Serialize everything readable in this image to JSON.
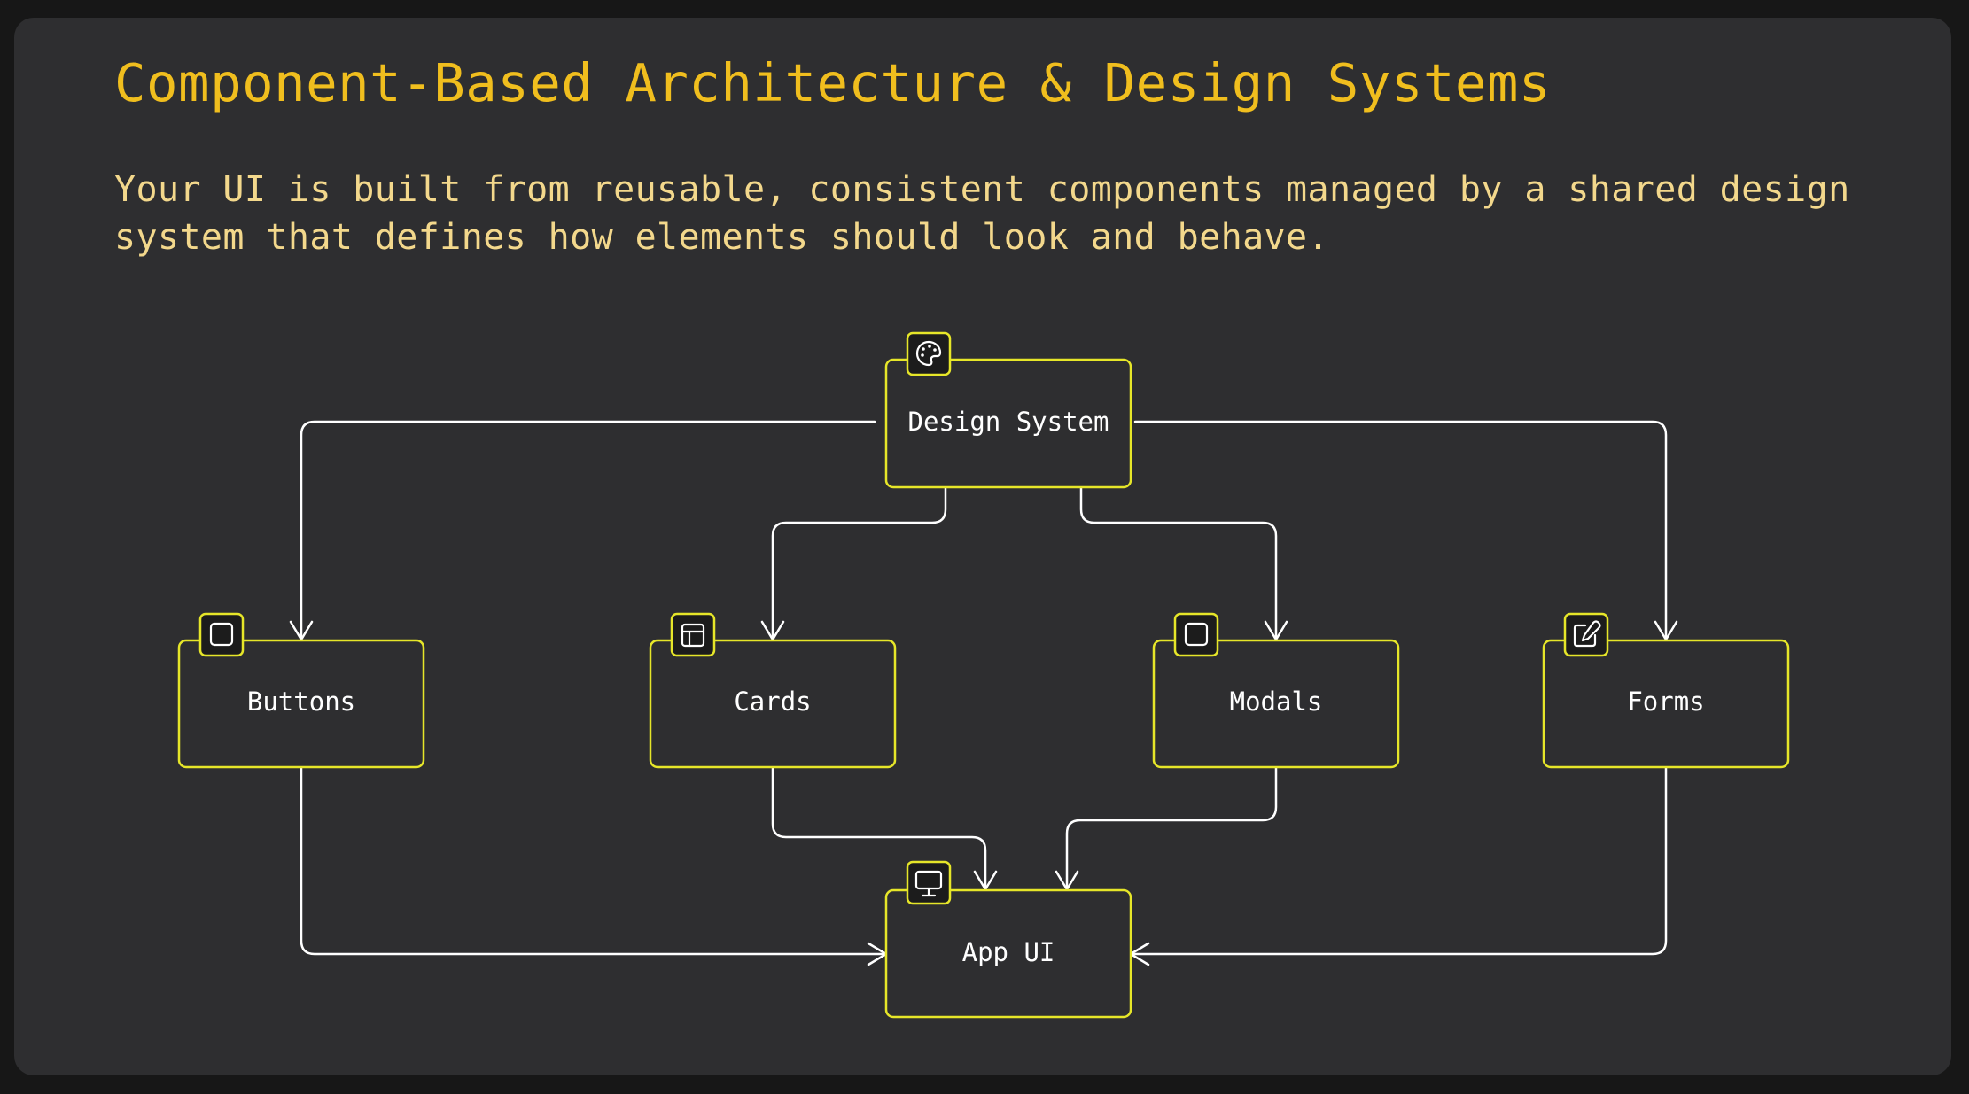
{
  "slide": {
    "title": "Component-Based Architecture & Design Systems",
    "subtitle": "Your UI is built from reusable, consistent components managed by a shared design system that defines how elements should look and behave."
  },
  "colors": {
    "background": "#2e2e30",
    "title": "#f0be1e",
    "subtitle": "#f3d88c",
    "node_border": "#e6e629",
    "edge": "#ffffff"
  },
  "diagram": {
    "nodes": [
      {
        "id": "design-system",
        "label": "Design System",
        "icon": "palette-icon"
      },
      {
        "id": "buttons",
        "label": "Buttons",
        "icon": "square-icon"
      },
      {
        "id": "cards",
        "label": "Cards",
        "icon": "layout-icon"
      },
      {
        "id": "modals",
        "label": "Modals",
        "icon": "square-icon"
      },
      {
        "id": "forms",
        "label": "Forms",
        "icon": "edit-icon"
      },
      {
        "id": "app-ui",
        "label": "App UI",
        "icon": "monitor-icon"
      }
    ],
    "edges": [
      {
        "from": "design-system",
        "to": "buttons"
      },
      {
        "from": "design-system",
        "to": "cards"
      },
      {
        "from": "design-system",
        "to": "modals"
      },
      {
        "from": "design-system",
        "to": "forms"
      },
      {
        "from": "buttons",
        "to": "app-ui"
      },
      {
        "from": "cards",
        "to": "app-ui"
      },
      {
        "from": "modals",
        "to": "app-ui"
      },
      {
        "from": "forms",
        "to": "app-ui"
      }
    ]
  }
}
